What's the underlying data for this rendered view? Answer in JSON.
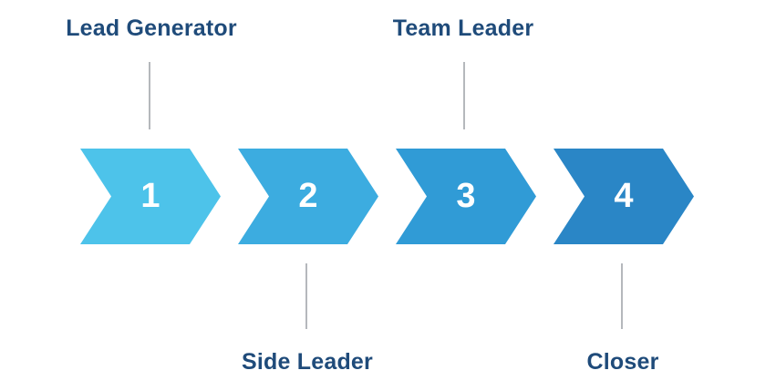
{
  "steps": [
    {
      "number": "1",
      "label": "Lead Generator",
      "position": "top",
      "color": "#4dc3ea"
    },
    {
      "number": "2",
      "label": "Side Leader",
      "position": "bottom",
      "color": "#3cace0"
    },
    {
      "number": "3",
      "label": "Team Leader",
      "position": "top",
      "color": "#309bd6"
    },
    {
      "number": "4",
      "label": "Closer",
      "position": "bottom",
      "color": "#2a86c6"
    }
  ]
}
